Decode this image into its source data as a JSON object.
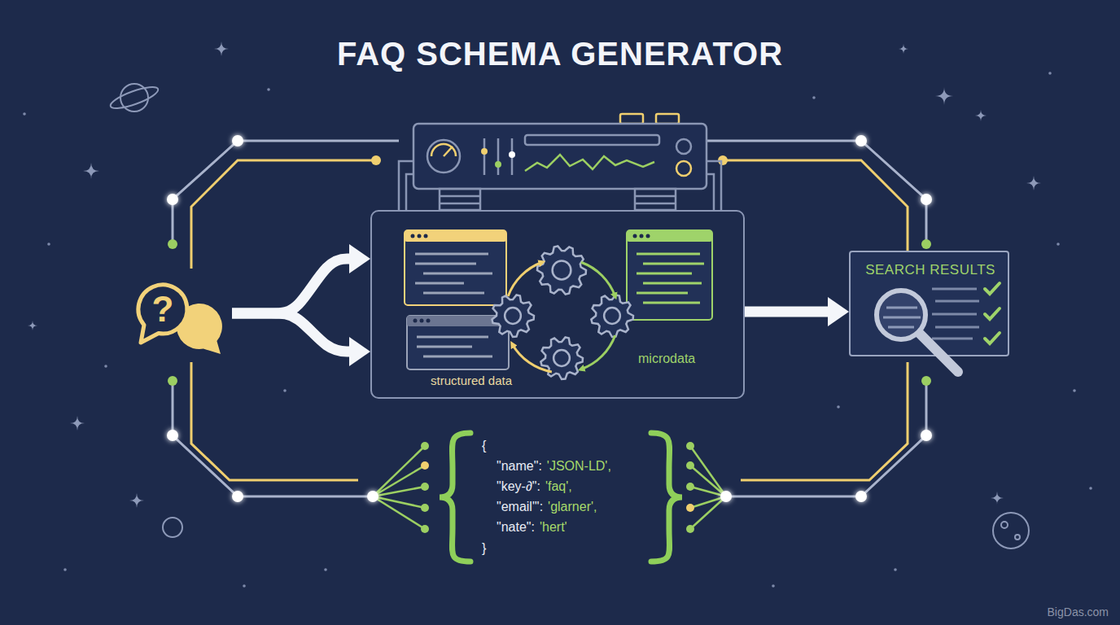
{
  "diagram": {
    "title": "FAQ SCHEMA GENERATOR",
    "nodes": [
      {
        "text": [
          "?"
        ]
      },
      {
        "text": [
          "structured data",
          "microdata"
        ]
      },
      {
        "text": [
          "SEARCH RESULTS"
        ]
      }
    ],
    "edges": [
      {
        "from": 0,
        "to": 1,
        "arrow": "to"
      },
      {
        "from": 1,
        "to": 2,
        "arrow": "to"
      }
    ],
    "labels": [
      "{",
      "\"name\":",
      "'JSON-LD',",
      "\"key-∂\":",
      "'faq',",
      "\"email\"':",
      "'glarner',",
      "\"nate\":",
      "'hert'",
      "}",
      "BigDas.com"
    ]
  }
}
